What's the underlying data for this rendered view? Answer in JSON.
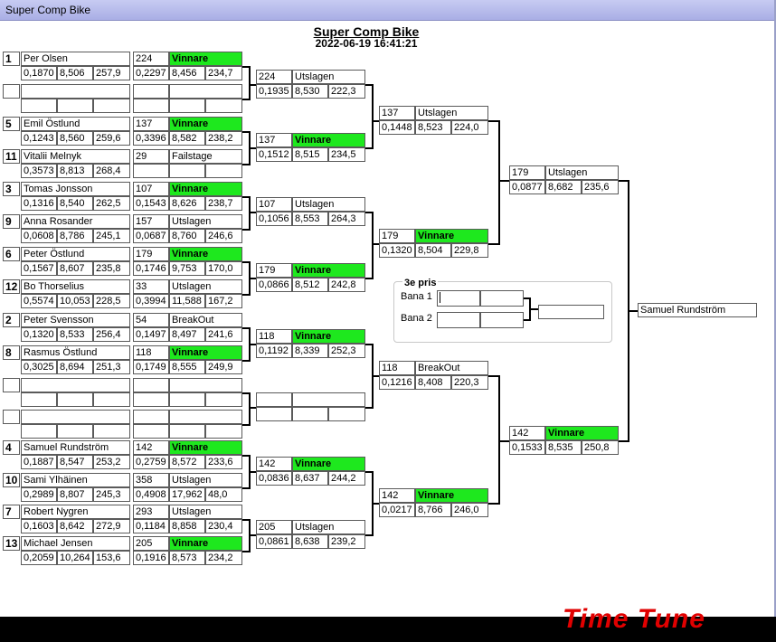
{
  "window": {
    "title": "Super Comp Bike"
  },
  "header": {
    "title": "Super Comp Bike",
    "datetime": "2022-06-19 16:41:21"
  },
  "third_place": {
    "title": "3e pris",
    "lane1": "Bana 1",
    "lane2": "Bana 2"
  },
  "winner": "Samuel Rundström",
  "brand": "Time Tune",
  "round1": [
    {
      "seed": "1",
      "name": "Per Olsen",
      "rt": "0,1870",
      "et": "8,506",
      "mph": "257,9",
      "id": "224",
      "res": "Vinnare",
      "rt2": "0,2297",
      "et2": "8,456",
      "mph2": "234,7"
    },
    {
      "seed": "",
      "name": "",
      "rt": "",
      "et": "",
      "mph": "",
      "id": "",
      "res": "",
      "rt2": "",
      "et2": "",
      "mph2": ""
    },
    {
      "seed": "5",
      "name": "Emil Östlund",
      "rt": "0,1243",
      "et": "8,560",
      "mph": "259,6",
      "id": "137",
      "res": "Vinnare",
      "rt2": "0,3396",
      "et2": "8,582",
      "mph2": "238,2"
    },
    {
      "seed": "11",
      "name": "Vitalii Melnyk",
      "rt": "0,3573",
      "et": "8,813",
      "mph": "268,4",
      "id": "29",
      "res": "Failstage",
      "rt2": "",
      "et2": "",
      "mph2": ""
    },
    {
      "seed": "3",
      "name": "Tomas Jonsson",
      "rt": "0,1316",
      "et": "8,540",
      "mph": "262,5",
      "id": "107",
      "res": "Vinnare",
      "rt2": "0,1543",
      "et2": "8,626",
      "mph2": "238,7"
    },
    {
      "seed": "9",
      "name": "Anna Rosander",
      "rt": "0,0608",
      "et": "8,786",
      "mph": "245,1",
      "id": "157",
      "res": "Utslagen",
      "rt2": "0,0687",
      "et2": "8,760",
      "mph2": "246,6"
    },
    {
      "seed": "6",
      "name": "Peter Östlund",
      "rt": "0,1567",
      "et": "8,607",
      "mph": "235,8",
      "id": "179",
      "res": "Vinnare",
      "rt2": "0,1746",
      "et2": "9,753",
      "mph2": "170,0"
    },
    {
      "seed": "12",
      "name": "Bo Thorselius",
      "rt": "0,5574",
      "et": "10,053",
      "mph": "228,5",
      "id": "33",
      "res": "Utslagen",
      "rt2": "0,3994",
      "et2": "11,588",
      "mph2": "167,2"
    },
    {
      "seed": "2",
      "name": "Peter Svensson",
      "rt": "0,1320",
      "et": "8,533",
      "mph": "256,4",
      "id": "54",
      "res": "BreakOut",
      "rt2": "0,1497",
      "et2": "8,497",
      "mph2": "241,6"
    },
    {
      "seed": "8",
      "name": "Rasmus Östlund",
      "rt": "0,3025",
      "et": "8,694",
      "mph": "251,3",
      "id": "118",
      "res": "Vinnare",
      "rt2": "0,1749",
      "et2": "8,555",
      "mph2": "249,9"
    },
    {
      "seed": "",
      "name": "",
      "rt": "",
      "et": "",
      "mph": "",
      "id": "",
      "res": "",
      "rt2": "",
      "et2": "",
      "mph2": ""
    },
    {
      "seed": "",
      "name": "",
      "rt": "",
      "et": "",
      "mph": "",
      "id": "",
      "res": "",
      "rt2": "",
      "et2": "",
      "mph2": ""
    },
    {
      "seed": "4",
      "name": "Samuel Rundström",
      "rt": "0,1887",
      "et": "8,547",
      "mph": "253,2",
      "id": "142",
      "res": "Vinnare",
      "rt2": "0,2759",
      "et2": "8,572",
      "mph2": "233,6"
    },
    {
      "seed": "10",
      "name": "Sami Ylhäinen",
      "rt": "0,2989",
      "et": "8,807",
      "mph": "245,3",
      "id": "358",
      "res": "Utslagen",
      "rt2": "0,4908",
      "et2": "17,962",
      "mph2": "48,0"
    },
    {
      "seed": "7",
      "name": "Robert Nygren",
      "rt": "0,1603",
      "et": "8,642",
      "mph": "272,9",
      "id": "293",
      "res": "Utslagen",
      "rt2": "0,1184",
      "et2": "8,858",
      "mph2": "230,4"
    },
    {
      "seed": "13",
      "name": "Michael Jensen",
      "rt": "0,2059",
      "et": "10,264",
      "mph": "153,6",
      "id": "205",
      "res": "Vinnare",
      "rt2": "0,1916",
      "et2": "8,573",
      "mph2": "234,2"
    }
  ],
  "round2": [
    {
      "id": "224",
      "res": "Utslagen",
      "rt": "0,1935",
      "et": "8,530",
      "mph": "222,3"
    },
    {
      "id": "137",
      "res": "Vinnare",
      "rt": "0,1512",
      "et": "8,515",
      "mph": "234,5"
    },
    {
      "id": "107",
      "res": "Utslagen",
      "rt": "0,1056",
      "et": "8,553",
      "mph": "264,3"
    },
    {
      "id": "179",
      "res": "Vinnare",
      "rt": "0,0866",
      "et": "8,512",
      "mph": "242,8"
    },
    {
      "id": "118",
      "res": "Vinnare",
      "rt": "0,1192",
      "et": "8,339",
      "mph": "252,3"
    },
    {
      "id": "",
      "res": "",
      "rt": "",
      "et": "",
      "mph": ""
    },
    {
      "id": "142",
      "res": "Vinnare",
      "rt": "0,0836",
      "et": "8,637",
      "mph": "244,2"
    },
    {
      "id": "205",
      "res": "Utslagen",
      "rt": "0,0861",
      "et": "8,638",
      "mph": "239,2"
    }
  ],
  "round3": [
    {
      "id": "137",
      "res": "Utslagen",
      "rt": "0,1448",
      "et": "8,523",
      "mph": "224,0"
    },
    {
      "id": "179",
      "res": "Vinnare",
      "rt": "0,1320",
      "et": "8,504",
      "mph": "229,8"
    },
    {
      "id": "118",
      "res": "BreakOut",
      "rt": "0,1216",
      "et": "8,408",
      "mph": "220,3"
    },
    {
      "id": "142",
      "res": "Vinnare",
      "rt": "0,0217",
      "et": "8,766",
      "mph": "246,0"
    }
  ],
  "round4": [
    {
      "id": "179",
      "res": "Utslagen",
      "rt": "0,0877",
      "et": "8,682",
      "mph": "235,6"
    },
    {
      "id": "142",
      "res": "Vinnare",
      "rt": "0,1533",
      "et": "8,535",
      "mph": "250,8"
    }
  ]
}
